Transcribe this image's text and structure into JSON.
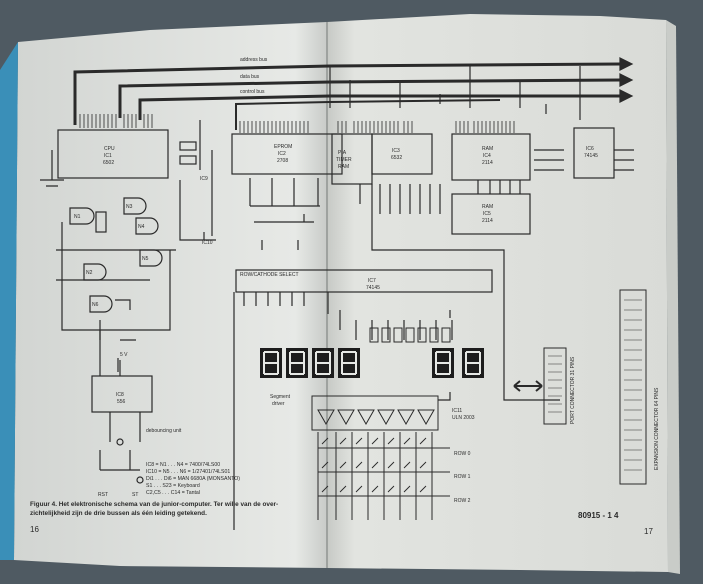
{
  "bus": {
    "address": "address bus",
    "data": "data bus",
    "control": "control bus"
  },
  "chips": {
    "cpu_line1": "CPU",
    "cpu_line2": "IC1",
    "cpu_line3": "6502",
    "eprom_line1": "EPROM",
    "eprom_line2": "IC2",
    "eprom_line3": "2708",
    "ic3_line1": "IC3",
    "ic3_line2": "6532",
    "pia_line1": "PIA",
    "pia_line2": "TIMER",
    "pia_line3": "RAM",
    "ram4_line1": "RAM",
    "ram4_line2": "IC4",
    "ram4_line3": "2114",
    "ram5_line1": "RAM",
    "ram5_line2": "IC5",
    "ram5_line3": "2114",
    "ic6_line1": "IC6",
    "ic6_line2": "74145",
    "ic7_line1": "IC7",
    "ic7_line2": "74145",
    "ic8_line1": "IC8",
    "ic8_line2": "556",
    "ic9_line1": "IC9",
    "ic10_line1": "IC10",
    "ic11_line1": "IC11",
    "ic11_line2": "ULN 2003",
    "n1": "N1",
    "n2": "N2",
    "n3": "N3",
    "n4": "N4",
    "n5": "N5",
    "n6": "N6"
  },
  "labels": {
    "row_cathode": "ROW/CATHODE SELECT",
    "segment_driver_1": "Segment",
    "segment_driver_2": "driver",
    "debouncing": "debouncing unit",
    "port_connector": "PORT CONNECTOR 31 PINS",
    "expansion_connector": "EXPANSION CONNECTOR 64 PINS",
    "row0": "ROW 0",
    "row1": "ROW 1",
    "row2": "ROW 2",
    "v5": "5 V",
    "rst": "RST",
    "st": "ST"
  },
  "legend": [
    "IC8 = N1 . . . N4 = 7400/74LS00",
    "IC10 = N5 . . . N6 = 1/27401/74LS01",
    "Di1 . . . Di6 = MAN 6680A (MONSANTO)",
    "S1 . . . S23 = Keyboard",
    "C2,C5 . . . C14 = Tantal"
  ],
  "caption": {
    "line1": "Figuur 4. Het elektronische schema van de junior-computer. Ter wille van de over-",
    "line2": "zichtelijkheid zijn de drie bussen als één leiding getekend."
  },
  "page": {
    "left_number": "16",
    "right_number": "17",
    "issue": "80915 - 1 4"
  },
  "colors": {
    "background": "#4f5a62",
    "paper_left": "#e6e8e5",
    "paper_right": "#e1e3df",
    "ink": "#2a2a2a",
    "spine_blue": "#3a8fb8"
  }
}
